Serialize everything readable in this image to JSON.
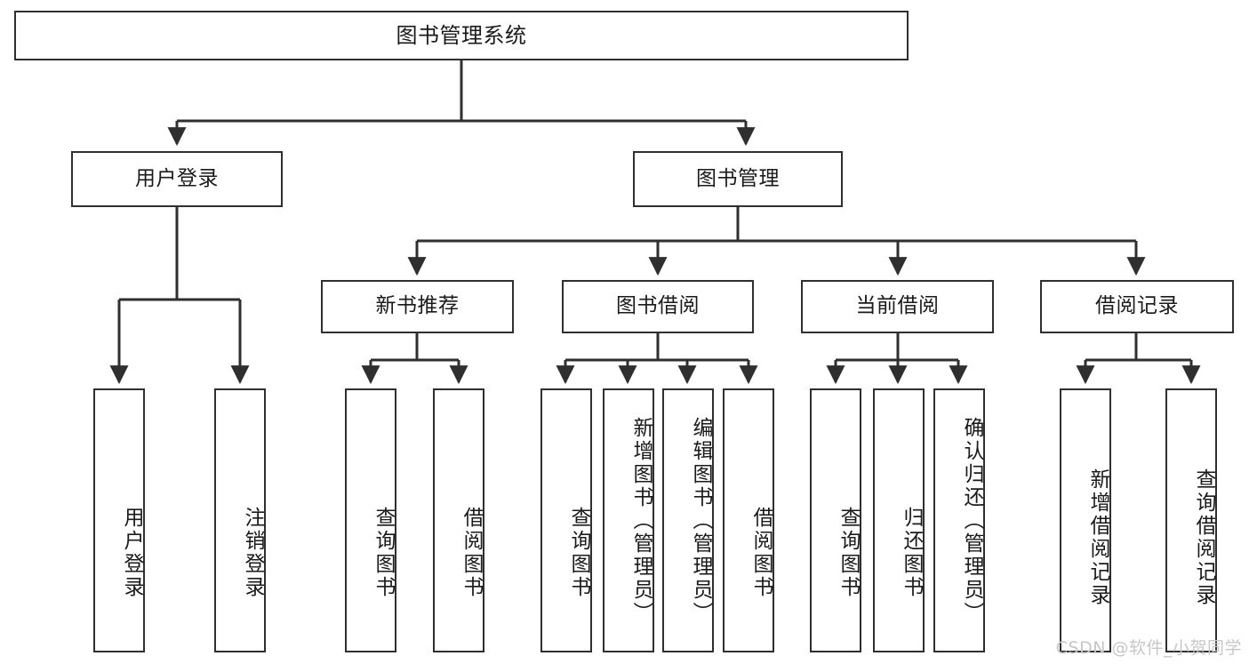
{
  "diagram": {
    "title": "图书管理系统",
    "root": {
      "label": "图书管理系统"
    },
    "level2": [
      {
        "label": "用户登录"
      },
      {
        "label": "图书管理"
      }
    ],
    "level3": [
      {
        "label": "新书推荐"
      },
      {
        "label": "图书借阅"
      },
      {
        "label": "当前借阅"
      },
      {
        "label": "借阅记录"
      }
    ],
    "leaves": {
      "user_login": [
        {
          "label": "用户登录"
        },
        {
          "label": "注销登录"
        }
      ],
      "new_book_recommend": [
        {
          "label": "查询图书"
        },
        {
          "label": "借阅图书"
        }
      ],
      "book_borrow": [
        {
          "label": "查询图书"
        },
        {
          "label": "新增图书（管理员）"
        },
        {
          "label": "编辑图书（管理员）"
        },
        {
          "label": "借阅图书"
        }
      ],
      "current_borrow": [
        {
          "label": "查询图书"
        },
        {
          "label": "归还图书"
        },
        {
          "label": "确认归还（管理员）"
        }
      ],
      "borrow_record": [
        {
          "label": "新增借阅记录"
        },
        {
          "label": "查询借阅记录"
        }
      ]
    }
  },
  "watermark": {
    "text": "CSDN @软件_小贺同学"
  },
  "colors": {
    "stroke": "#2f2f2f",
    "text": "#1a1a1a",
    "background": "#ffffff",
    "watermark": "#c7c7c7"
  }
}
